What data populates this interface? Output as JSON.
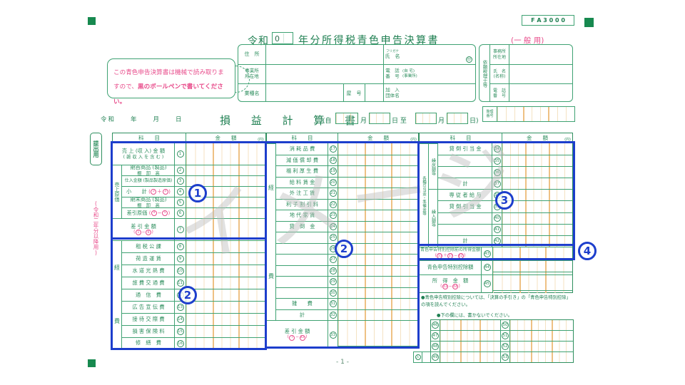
{
  "page": {
    "bg_code": "F A 3 0 0 0",
    "era": "令和",
    "era_year": "0",
    "title": "年分所得税青色申告決算書",
    "title_note": "(一 般 用)",
    "footer_page": "- 1 -",
    "watermark": "イメージ",
    "accent_green": "#2f8f5f",
    "accent_pink": "#e84c8b",
    "annotation_blue": "#1d3ecc"
  },
  "notice": {
    "pre": "この青色申告決算書は機械で読み取りますので、",
    "em": "黒のボールペン",
    "post": "で書いてください。"
  },
  "header": {
    "address": "住　所",
    "furigana": "フリガナ",
    "name": "氏　名",
    "seal": "印",
    "office1": "事業所",
    "office2": "所在地",
    "tel1": "電　話",
    "tel2": "番　号",
    "tel_home": "(自 宅)",
    "tel_biz": "(事業所)",
    "industry": "業種名",
    "shop": "屋　号",
    "org1": "加　入",
    "org2": "団体名",
    "advisor": {
      "title": "依頼税理士等",
      "addr1": "事務所",
      "addr2": "所在地",
      "name1": "氏　名",
      "name2": "(名称)",
      "tel1": "電　話",
      "tel2": "番　号"
    }
  },
  "seiri": {
    "l1": "整理",
    "l2": "番号"
  },
  "pl": {
    "date": "令和　　年　　月　　日",
    "title": "損 益 計 算 書",
    "f_open": "(自",
    "f_month1": "月",
    "f_day_to": "日 至",
    "f_month2": "月",
    "f_close": "日)"
  },
  "sidebar": {
    "submit": "提出用",
    "note": "(令和二年分以降用)"
  },
  "table": {
    "headers": {
      "item": "科　　目",
      "amount": "金　　額",
      "unit": "(円)"
    },
    "left": {
      "groups": {
        "cost": "売上原価",
        "exp1": "経",
        "exp2": "費"
      },
      "rows": [
        {
          "n": "1",
          "l1": "売 上 (収 入) 金 額",
          "l2": "( 雑 収 入 を 含 む )"
        },
        {
          "n": "2",
          "l1": "期首商品 (製品)",
          "l2": "棚　卸　高"
        },
        {
          "n": "3",
          "l1": "仕入金額 (製品製造原価)"
        },
        {
          "n": "4",
          "l1": "小　　計",
          "f": [
            "2",
            "+",
            "3"
          ],
          "fi": true
        },
        {
          "n": "5",
          "l1": "期末商品 (製品)",
          "l2": "棚　卸　高"
        },
        {
          "n": "6",
          "l1": "差引原価",
          "f": [
            "4",
            "-",
            "5"
          ],
          "fi": true
        },
        {
          "n": "7",
          "l1": "差 引 金 額",
          "f": [
            "1",
            "-",
            "6"
          ]
        },
        {
          "n": "8",
          "l1": "租 税 公 課"
        },
        {
          "n": "9",
          "l1": "荷 造 運 賃"
        },
        {
          "n": "10",
          "l1": "水 道 光 熱 費"
        },
        {
          "n": "11",
          "l1": "旅 費 交 通 費"
        },
        {
          "n": "12",
          "l1": "通　信　費"
        },
        {
          "n": "13",
          "l1": "広 告 宣 伝 費"
        },
        {
          "n": "14",
          "l1": "接 待 交 際 費"
        },
        {
          "n": "15",
          "l1": "損 害 保 険 料"
        },
        {
          "n": "16",
          "l1": "修　繕　費"
        }
      ]
    },
    "middle": {
      "groups": {
        "exp1": "経",
        "exp2": "費"
      },
      "rows": [
        {
          "n": "17",
          "l1": "消 耗 品 費"
        },
        {
          "n": "18",
          "l1": "減 価 償 却 費"
        },
        {
          "n": "19",
          "l1": "福 利 厚 生 費"
        },
        {
          "n": "20",
          "l1": "給 料 賃 金"
        },
        {
          "n": "21",
          "l1": "外 注 工 賃"
        },
        {
          "n": "22",
          "l1": "利 子 割 引 料"
        },
        {
          "n": "23",
          "l1": "地 代 家 賃"
        },
        {
          "n": "24",
          "l1": "貸　倒　金"
        },
        {
          "n": "25",
          "l1": ""
        },
        {
          "n": "26",
          "l1": ""
        },
        {
          "n": "27",
          "l1": ""
        },
        {
          "n": "28",
          "l1": ""
        },
        {
          "n": "29",
          "l1": ""
        },
        {
          "n": "30",
          "l1": ""
        },
        {
          "n": "31",
          "l1": "雑　　費"
        },
        {
          "n": "32",
          "l1": "計"
        },
        {
          "n": "33",
          "l1": "差 引 金 額",
          "f": [
            "7",
            "-",
            "32"
          ]
        }
      ]
    },
    "right": {
      "groups": {
        "outer": "各種引当金・準備金等",
        "g1": "繰戻額等",
        "g2": "繰入額等"
      },
      "rows": [
        {
          "n": "34",
          "l1": "貸 倒 引 当 金"
        },
        {
          "n": "35",
          "l1": ""
        },
        {
          "n": "36",
          "l1": ""
        },
        {
          "n": "37",
          "l1": "計"
        },
        {
          "n": "38",
          "l1": "専 従 者 給 与"
        },
        {
          "n": "39",
          "l1": "貸 倒 引 当 金"
        },
        {
          "n": "40",
          "l1": ""
        },
        {
          "n": "41",
          "l1": ""
        },
        {
          "n": "42",
          "l1": "計"
        }
      ],
      "totals": [
        {
          "n": "43",
          "l1": "青色申告特別控除前の所得金額",
          "f": [
            "33",
            "+",
            "37",
            "-",
            "42"
          ]
        },
        {
          "n": "44",
          "l1": "青色申告特別控除額"
        },
        {
          "n": "45",
          "l1": "所　得　金　額",
          "f": [
            "43",
            "-",
            "44"
          ]
        }
      ],
      "note1": "●青色申告特別控除については、「決算の手引き」の「青色申告特別控除」の項を読んでください。",
      "note2": "●下の欄には、書かないでください。",
      "blank_rows_left": [
        "46",
        "47",
        "48",
        "49"
      ],
      "blank_rows_right": [
        "50",
        "51",
        "52",
        "53"
      ],
      "corner_mark": "入"
    }
  },
  "annotations": [
    {
      "label": "1"
    },
    {
      "label": "2"
    },
    {
      "label": "2"
    },
    {
      "label": "3"
    },
    {
      "label": "4"
    }
  ]
}
